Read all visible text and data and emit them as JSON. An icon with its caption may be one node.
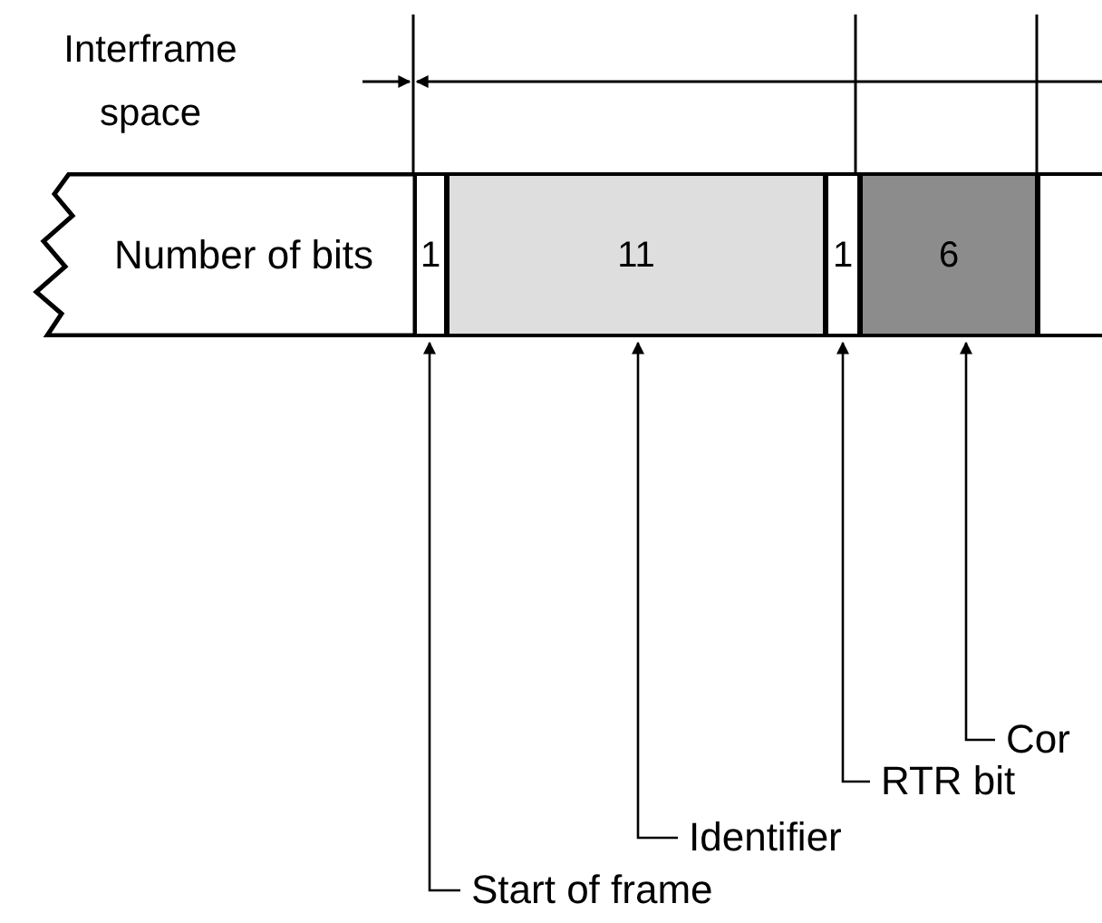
{
  "diagram": {
    "nodes": [
      {
        "text": [
          "Number of bits"
        ]
      },
      {
        "text": [
          "1"
        ]
      },
      {
        "text": [
          "11"
        ]
      },
      {
        "text": [
          "1"
        ]
      },
      {
        "text": [
          "6"
        ]
      },
      {
        "text": [],
        "shape": "box"
      },
      {
        "text": [
          "Start of frame"
        ]
      },
      {
        "text": [
          "Identifier"
        ]
      },
      {
        "text": [
          "RTR bit"
        ]
      },
      {
        "text": [
          "Cor"
        ]
      }
    ],
    "edges": [
      {
        "from": 6,
        "to": 1,
        "arrow": "to"
      },
      {
        "from": 7,
        "to": 2,
        "arrow": "to"
      },
      {
        "from": 8,
        "to": 3,
        "arrow": "to"
      },
      {
        "from": 9,
        "to": 4,
        "arrow": "to"
      }
    ],
    "labels": [
      "Interframe space"
    ]
  }
}
